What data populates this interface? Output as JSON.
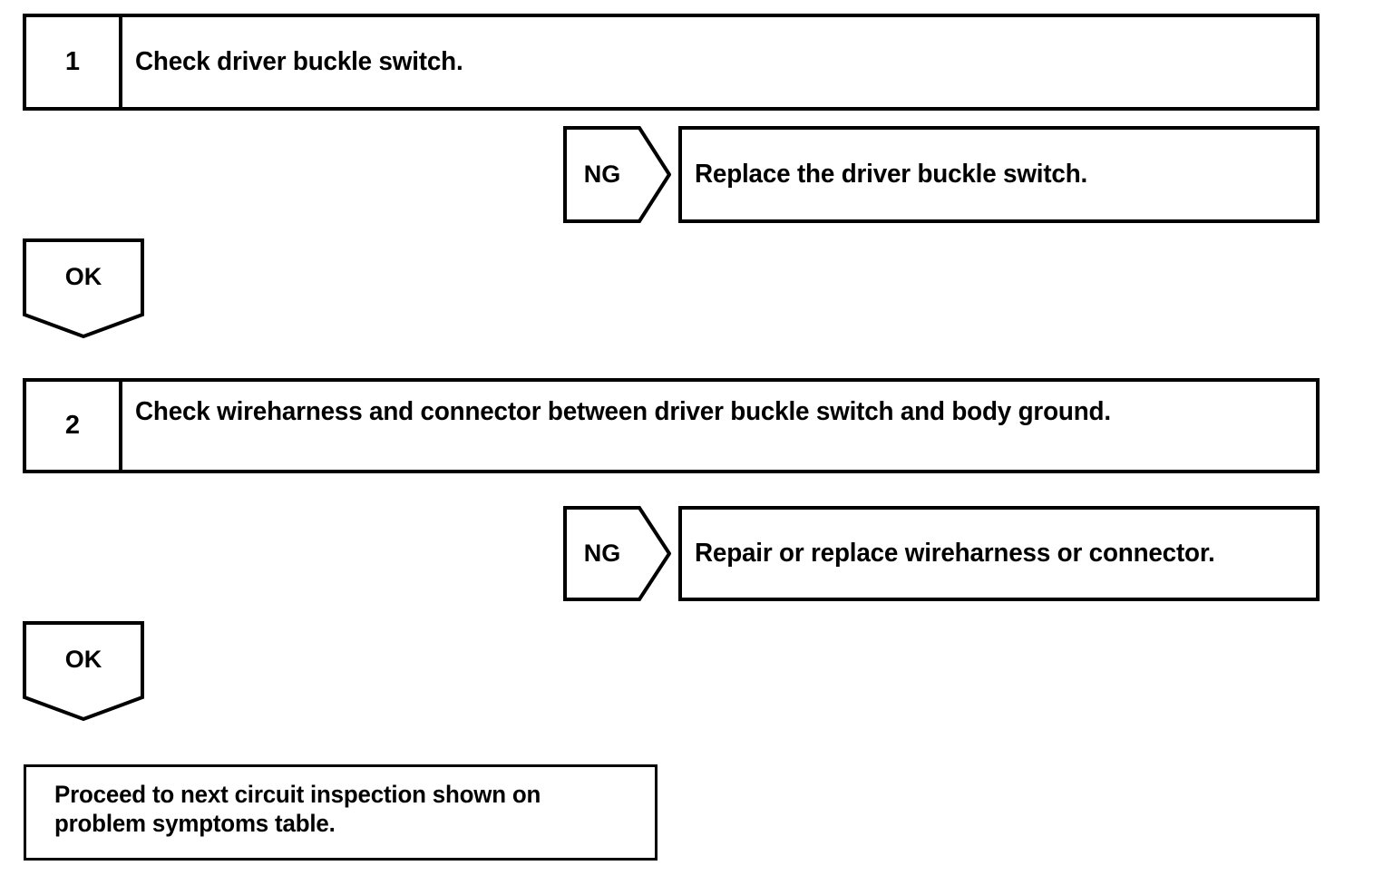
{
  "diagram": {
    "type": "troubleshooting-flowchart",
    "steps": [
      {
        "number": "1",
        "instruction": "Check driver buckle switch.",
        "ng": {
          "label": "NG",
          "action": "Replace the driver buckle switch."
        },
        "ok": {
          "label": "OK"
        }
      },
      {
        "number": "2",
        "instruction": "Check wireharness and connector between driver buckle switch and body ground.",
        "ng": {
          "label": "NG",
          "action": "Repair or replace wireharness or connector."
        },
        "ok": {
          "label": "OK"
        }
      }
    ],
    "final": {
      "text": "Proceed to next circuit inspection shown on problem symptoms table."
    },
    "colors": {
      "stroke": "#000000",
      "background": "#ffffff",
      "text": "#000000"
    }
  }
}
